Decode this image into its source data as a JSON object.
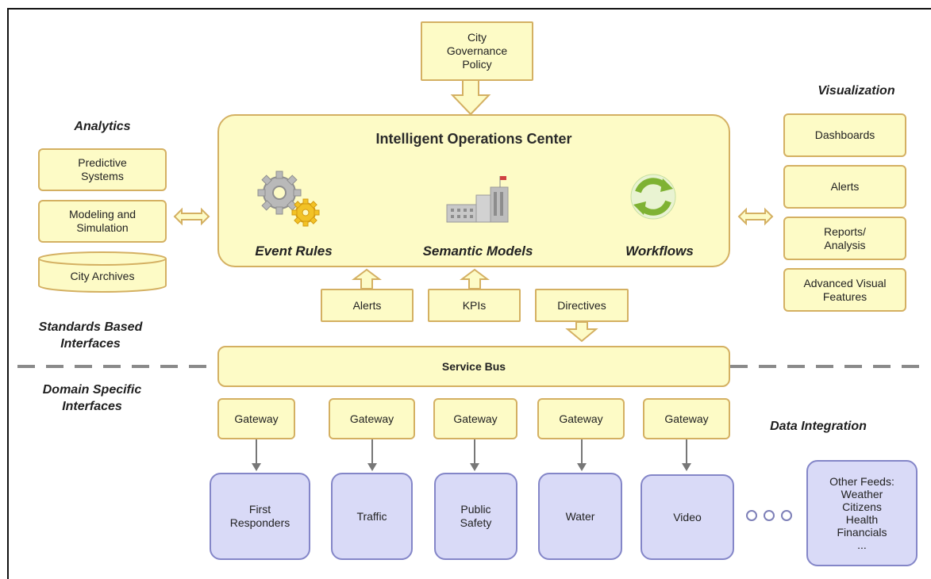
{
  "governance": {
    "label": "City\nGovernance\nPolicy"
  },
  "ioc": {
    "title": "Intelligent Operations Center",
    "components": [
      {
        "label": "Event Rules",
        "icon": "gears-icon"
      },
      {
        "label": "Semantic Models",
        "icon": "city-buildings-icon"
      },
      {
        "label": "Workflows",
        "icon": "refresh-cycle-icon"
      }
    ]
  },
  "analytics": {
    "heading": "Analytics",
    "items": [
      {
        "label": "Predictive\nSystems"
      },
      {
        "label": "Modeling and\nSimulation"
      },
      {
        "label": "City Archives"
      }
    ]
  },
  "visualization": {
    "heading": "Visualization",
    "items": [
      {
        "label": "Dashboards"
      },
      {
        "label": "Alerts"
      },
      {
        "label": "Reports/\nAnalysis"
      },
      {
        "label": "Advanced Visual\nFeatures"
      }
    ]
  },
  "flows": [
    {
      "label": "Alerts"
    },
    {
      "label": "KPIs"
    },
    {
      "label": "Directives"
    }
  ],
  "standards_heading": "Standards Based\nInterfaces",
  "domain_heading": "Domain Specific\nInterfaces",
  "service_bus": "Service Bus",
  "gateways": [
    {
      "label": "Gateway"
    },
    {
      "label": "Gateway"
    },
    {
      "label": "Gateway"
    },
    {
      "label": "Gateway"
    },
    {
      "label": "Gateway"
    }
  ],
  "data_integration_heading": "Data Integration",
  "domains": [
    {
      "label": "First\nResponders"
    },
    {
      "label": "Traffic"
    },
    {
      "label": "Public\nSafety"
    },
    {
      "label": "Water"
    },
    {
      "label": "Video"
    }
  ],
  "other_feeds": {
    "label": "Other Feeds:\nWeather\nCitizens\nHealth\nFinancials\n..."
  },
  "colors": {
    "box_fill": "#fdfbc6",
    "box_border": "#d4b062",
    "domain_fill": "#d9daf7",
    "domain_border": "#8486c8",
    "connector": "#777777"
  }
}
